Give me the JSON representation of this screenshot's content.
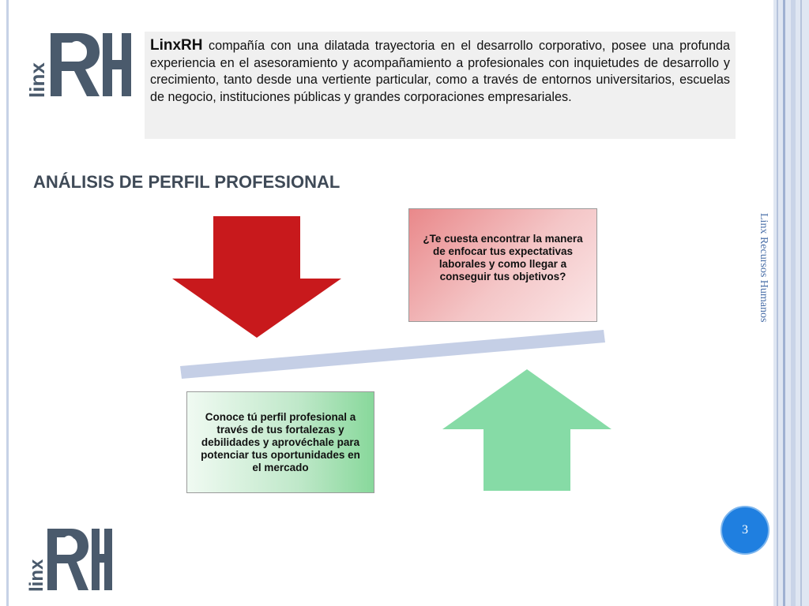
{
  "logo": {
    "text_letters": "linx",
    "text_mark": "RH"
  },
  "intro": {
    "brand": "LinxRH",
    "text": "compañía con una dilatada trayectoria en el desarrollo corporativo, posee una profunda experiencia en el asesoramiento y acompañamiento a profesionales con inquietudes de desarrollo y crecimiento, tanto desde una vertiente particular, como a través de entornos universitarios, escuelas de negocio, instituciones públicas y grandes corporaciones empresariales."
  },
  "section_title": "ANÁLISIS DE PERFIL PROFESIONAL",
  "diagram": {
    "top_box": "¿Te cuesta encontrar la manera de enfocar tus expectativas laborales y como llegar a conseguir tus objetivos?",
    "bottom_box": "Conoce tú perfil profesional a través de tus fortalezas y debilidades y aprovéchale para potenciar tus oportunidades en el mercado",
    "down_arrow_color": "#c8191c",
    "up_arrow_color": "#86dba6",
    "balance_bar_color": "#c5cfe6"
  },
  "side_label": "Linx Recursos Humanos",
  "page_number": "3",
  "colors": {
    "logo": "#4a5a6c",
    "title": "#3f4a57",
    "badge": "#1f7fe0"
  }
}
